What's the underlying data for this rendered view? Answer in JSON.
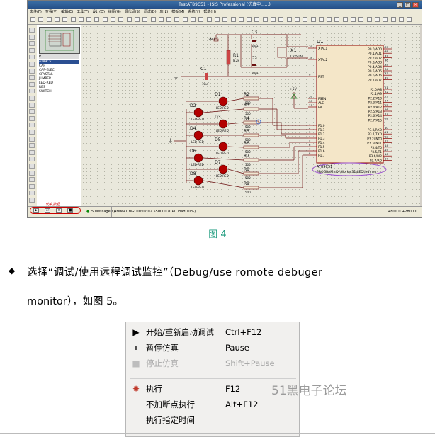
{
  "isis": {
    "title": "TestAT89C51 - ISIS Professional (仿真中......)",
    "menu": [
      "文件(F)",
      "查看(V)",
      "编辑(E)",
      "工具(T)",
      "设计(D)",
      "绘图(G)",
      "源代码(S)",
      "调试(D)",
      "库(L)",
      "模板(M)",
      "系统(Y)",
      "帮助(H)"
    ],
    "device_header": "P  L",
    "devices": [
      "AT89C51",
      "CAP",
      "CAP-ELEC",
      "CRYSTAL",
      "JUMPER",
      "LED-RED",
      "RES",
      "SWITCH"
    ],
    "selected_device": "AT89C51",
    "sim_label": "仿真按钮",
    "sim_buttons": [
      "▶",
      "⏭",
      "⏸",
      "■"
    ],
    "messages": "5 Message(s)",
    "status": "ANIMATING: 00:02:02.550000 (CPU load 10%)",
    "coords": "+800.0  +2800.0",
    "schematic": {
      "ic_ref": "U1",
      "ic_part": "AT89C51",
      "ic_program": "PROGRAM=D:\\Work\\c51\\LED\\led\\hex",
      "left_pins": [
        {
          "num": "19",
          "name": "XTAL1"
        },
        {
          "num": "18",
          "name": "XTAL2"
        },
        {
          "num": "9",
          "name": "RST"
        },
        {
          "num": "29",
          "name": "PSEN"
        },
        {
          "num": "30",
          "name": "ALE"
        },
        {
          "num": "31",
          "name": "EA"
        },
        {
          "num": "1",
          "name": "P1.0"
        },
        {
          "num": "2",
          "name": "P1.1"
        },
        {
          "num": "3",
          "name": "P1.2"
        },
        {
          "num": "4",
          "name": "P1.3"
        },
        {
          "num": "5",
          "name": "P1.4"
        },
        {
          "num": "6",
          "name": "P1.5"
        },
        {
          "num": "7",
          "name": "P1.6"
        },
        {
          "num": "8",
          "name": "P1.7"
        }
      ],
      "right_pins": [
        {
          "num": "39",
          "name": "P0.0/AD0"
        },
        {
          "num": "38",
          "name": "P0.1/AD1"
        },
        {
          "num": "37",
          "name": "P0.2/AD2"
        },
        {
          "num": "36",
          "name": "P0.3/AD3"
        },
        {
          "num": "35",
          "name": "P0.4/AD4"
        },
        {
          "num": "34",
          "name": "P0.5/AD5"
        },
        {
          "num": "33",
          "name": "P0.6/AD6"
        },
        {
          "num": "32",
          "name": "P0.7/AD7"
        },
        {
          "num": "21",
          "name": "P2.0/A8"
        },
        {
          "num": "22",
          "name": "P2.1/A9"
        },
        {
          "num": "23",
          "name": "P2.2/A10"
        },
        {
          "num": "24",
          "name": "P2.3/A11"
        },
        {
          "num": "25",
          "name": "P2.4/A12"
        },
        {
          "num": "26",
          "name": "P2.5/A13"
        },
        {
          "num": "27",
          "name": "P2.6/A14"
        },
        {
          "num": "28",
          "name": "P2.7/A15"
        },
        {
          "num": "10",
          "name": "P3.0/RXD"
        },
        {
          "num": "11",
          "name": "P3.1/TXD"
        },
        {
          "num": "12",
          "name": "P3.2/INT0"
        },
        {
          "num": "13",
          "name": "P3.3/INT1"
        },
        {
          "num": "14",
          "name": "P3.4/T0"
        },
        {
          "num": "15",
          "name": "P3.5/T1"
        },
        {
          "num": "16",
          "name": "P3.6/WR"
        },
        {
          "num": "17",
          "name": "P3.7/RD"
        }
      ],
      "c1": {
        "ref": "C1",
        "val": "10uF"
      },
      "c2": {
        "ref": "C2",
        "val": "30pF"
      },
      "c3": {
        "ref": "C3",
        "val": "30pF"
      },
      "r1": {
        "ref": "R1",
        "val": "8.2k"
      },
      "x1": {
        "ref": "X1",
        "val": "CRYSTAL"
      },
      "gnd": "GND",
      "vcc": "+5V",
      "leds": [
        {
          "ref": "D1",
          "val": "LED-RED"
        },
        {
          "ref": "D2",
          "val": "LED-RED"
        },
        {
          "ref": "D3",
          "val": "LED-RED"
        },
        {
          "ref": "D4",
          "val": "LED-RED"
        },
        {
          "ref": "D5",
          "val": "LED-RED"
        },
        {
          "ref": "D6",
          "val": "LED-RED"
        },
        {
          "ref": "D7",
          "val": "LED-RED"
        },
        {
          "ref": "D8",
          "val": "LED-RED"
        }
      ],
      "resistors": [
        {
          "ref": "R2",
          "val": "500"
        },
        {
          "ref": "R3",
          "val": "500"
        },
        {
          "ref": "R4",
          "val": "500"
        },
        {
          "ref": "R5",
          "val": "500"
        },
        {
          "ref": "R6",
          "val": "500"
        },
        {
          "ref": "R7",
          "val": "500"
        },
        {
          "ref": "R8",
          "val": "500"
        },
        {
          "ref": "R9",
          "val": "500"
        }
      ]
    }
  },
  "figure4_caption": "图 4",
  "bullet_symbol": "◆",
  "instruction_line1": "选择“调试/使用远程调试监控”（Debug/use romote debuger",
  "instruction_line2": "monitor），如图 5。",
  "debug_menu": [
    {
      "icon": "start-restart-icon",
      "glyph": "▶",
      "label": "开始/重新启动调试",
      "shortcut": "Ctrl+F12",
      "enabled": true
    },
    {
      "icon": "pause-icon",
      "glyph": "⏸",
      "label": "暂停仿真",
      "shortcut": "Pause",
      "enabled": true
    },
    {
      "icon": "stop-icon",
      "glyph": "■",
      "label": "停止仿真",
      "shortcut": "Shift+Pause",
      "enabled": false
    },
    {
      "icon": "execute-icon",
      "glyph": "✸",
      "label": "执行",
      "shortcut": "F12",
      "enabled": true
    },
    {
      "icon": "",
      "glyph": "",
      "label": "不加断点执行",
      "shortcut": "Alt+F12",
      "enabled": true
    },
    {
      "icon": "",
      "glyph": "",
      "label": "执行指定时间",
      "shortcut": "",
      "enabled": true
    }
  ],
  "watermark": "51黑电子论坛",
  "colors": {
    "caption": "#1a9a7c",
    "sim_highlight": "#cc0000",
    "led": "#b30000",
    "wire": "#6b0f0f",
    "ic_border": "#8b0000",
    "program_oval": "#9a4fd0"
  }
}
